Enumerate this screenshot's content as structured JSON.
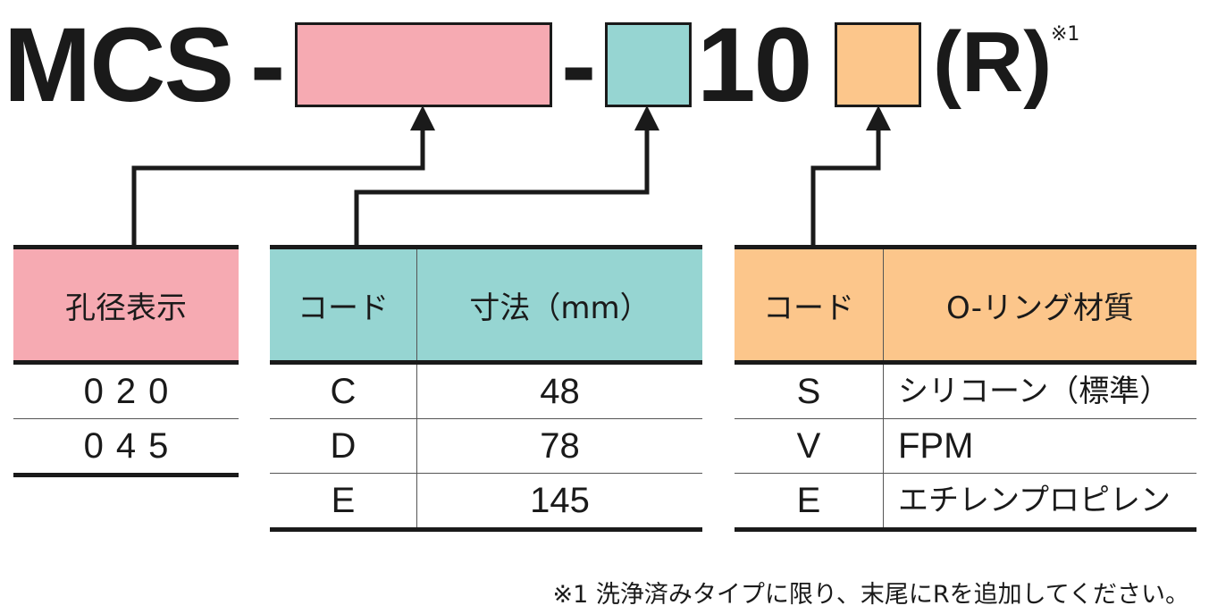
{
  "colors": {
    "pink": "#f6aab2",
    "teal": "#96d5d2",
    "orange": "#fcc68b",
    "line": "#1a1a1a"
  },
  "model": {
    "prefix": "MCS",
    "dash1": "-",
    "dash2": "-",
    "fixed": "10",
    "suffix": "(R)",
    "footnote_mark": "※1"
  },
  "bore_table": {
    "header": "孔径表示",
    "rows": [
      "020",
      "045"
    ]
  },
  "size_table": {
    "header_code": "コード",
    "header_size": "寸法（mm）",
    "rows": [
      {
        "code": "C",
        "size": "48"
      },
      {
        "code": "D",
        "size": "78"
      },
      {
        "code": "E",
        "size": "145"
      }
    ]
  },
  "oring_table": {
    "header_code": "コード",
    "header_material": "O-リング材質",
    "rows": [
      {
        "code": "S",
        "material": "シリコーン（標準）"
      },
      {
        "code": "V",
        "material": "FPM"
      },
      {
        "code": "E",
        "material": "エチレンプロピレン"
      }
    ]
  },
  "footnote": "※1  洗浄済みタイプに限り、末尾にRを追加してください。"
}
